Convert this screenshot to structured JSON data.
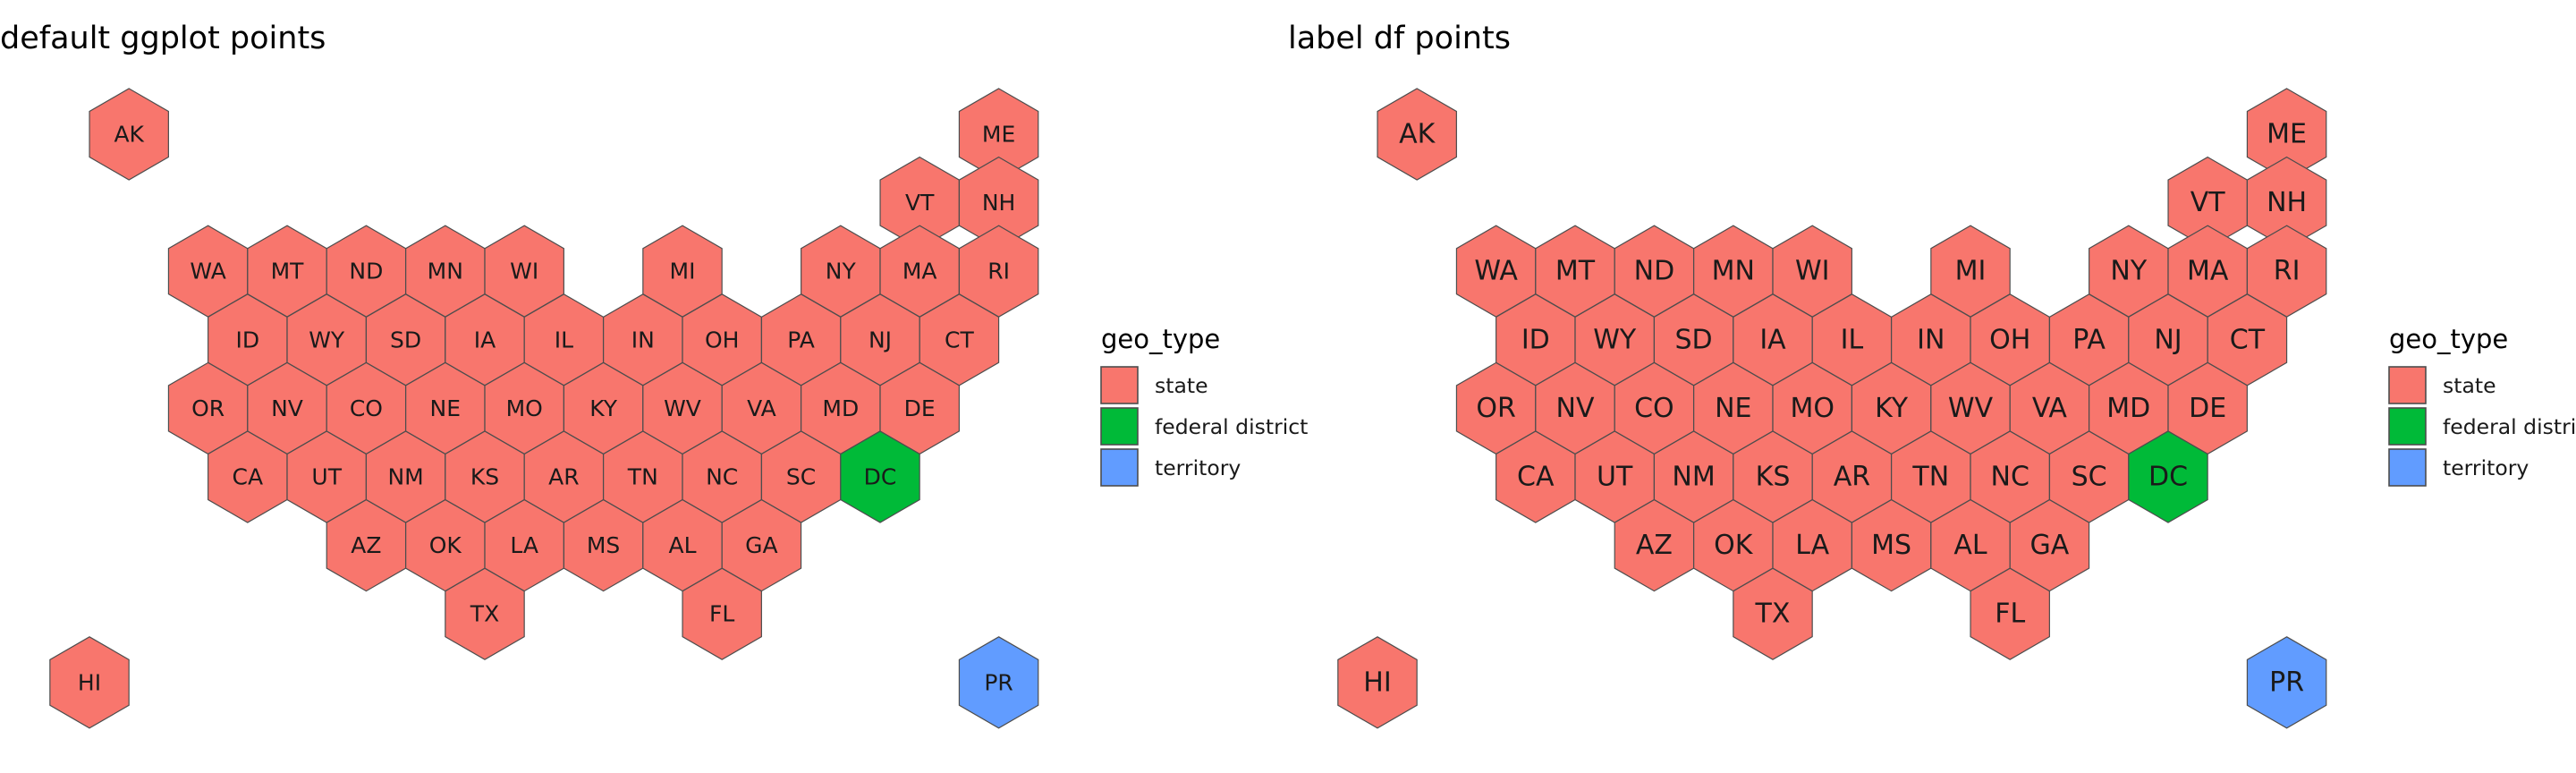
{
  "chart_data": [
    {
      "type": "hexbin-tile-map",
      "title": "default ggplot points",
      "label_size": "small",
      "legend": {
        "title": "geo_type",
        "entries": [
          {
            "key": "state",
            "label": "state",
            "color": "#F8766D"
          },
          {
            "key": "federal district",
            "label": "federal district",
            "color": "#00BA38"
          },
          {
            "key": "territory",
            "label": "territory",
            "color": "#619CFF"
          }
        ]
      },
      "tiles": [
        {
          "abbr": "AK",
          "col": 1,
          "row": 0,
          "geo_type": "state"
        },
        {
          "abbr": "ME",
          "col": 23,
          "row": 0,
          "geo_type": "state"
        },
        {
          "abbr": "VT",
          "col": 21,
          "row": 1,
          "geo_type": "state"
        },
        {
          "abbr": "NH",
          "col": 23,
          "row": 1,
          "geo_type": "state"
        },
        {
          "abbr": "WA",
          "col": 3,
          "row": 2,
          "geo_type": "state"
        },
        {
          "abbr": "MT",
          "col": 5,
          "row": 2,
          "geo_type": "state"
        },
        {
          "abbr": "ND",
          "col": 7,
          "row": 2,
          "geo_type": "state"
        },
        {
          "abbr": "MN",
          "col": 9,
          "row": 2,
          "geo_type": "state"
        },
        {
          "abbr": "WI",
          "col": 11,
          "row": 2,
          "geo_type": "state"
        },
        {
          "abbr": "MI",
          "col": 15,
          "row": 2,
          "geo_type": "state"
        },
        {
          "abbr": "NY",
          "col": 19,
          "row": 2,
          "geo_type": "state"
        },
        {
          "abbr": "MA",
          "col": 21,
          "row": 2,
          "geo_type": "state"
        },
        {
          "abbr": "RI",
          "col": 23,
          "row": 2,
          "geo_type": "state"
        },
        {
          "abbr": "ID",
          "col": 4,
          "row": 3,
          "geo_type": "state"
        },
        {
          "abbr": "WY",
          "col": 6,
          "row": 3,
          "geo_type": "state"
        },
        {
          "abbr": "SD",
          "col": 8,
          "row": 3,
          "geo_type": "state"
        },
        {
          "abbr": "IA",
          "col": 10,
          "row": 3,
          "geo_type": "state"
        },
        {
          "abbr": "IL",
          "col": 12,
          "row": 3,
          "geo_type": "state"
        },
        {
          "abbr": "IN",
          "col": 14,
          "row": 3,
          "geo_type": "state"
        },
        {
          "abbr": "OH",
          "col": 16,
          "row": 3,
          "geo_type": "state"
        },
        {
          "abbr": "PA",
          "col": 18,
          "row": 3,
          "geo_type": "state"
        },
        {
          "abbr": "NJ",
          "col": 20,
          "row": 3,
          "geo_type": "state"
        },
        {
          "abbr": "CT",
          "col": 22,
          "row": 3,
          "geo_type": "state"
        },
        {
          "abbr": "OR",
          "col": 3,
          "row": 4,
          "geo_type": "state"
        },
        {
          "abbr": "NV",
          "col": 5,
          "row": 4,
          "geo_type": "state"
        },
        {
          "abbr": "CO",
          "col": 7,
          "row": 4,
          "geo_type": "state"
        },
        {
          "abbr": "NE",
          "col": 9,
          "row": 4,
          "geo_type": "state"
        },
        {
          "abbr": "MO",
          "col": 11,
          "row": 4,
          "geo_type": "state"
        },
        {
          "abbr": "KY",
          "col": 13,
          "row": 4,
          "geo_type": "state"
        },
        {
          "abbr": "WV",
          "col": 15,
          "row": 4,
          "geo_type": "state"
        },
        {
          "abbr": "VA",
          "col": 17,
          "row": 4,
          "geo_type": "state"
        },
        {
          "abbr": "MD",
          "col": 19,
          "row": 4,
          "geo_type": "state"
        },
        {
          "abbr": "DE",
          "col": 21,
          "row": 4,
          "geo_type": "state"
        },
        {
          "abbr": "CA",
          "col": 4,
          "row": 5,
          "geo_type": "state"
        },
        {
          "abbr": "UT",
          "col": 6,
          "row": 5,
          "geo_type": "state"
        },
        {
          "abbr": "NM",
          "col": 8,
          "row": 5,
          "geo_type": "state"
        },
        {
          "abbr": "KS",
          "col": 10,
          "row": 5,
          "geo_type": "state"
        },
        {
          "abbr": "AR",
          "col": 12,
          "row": 5,
          "geo_type": "state"
        },
        {
          "abbr": "TN",
          "col": 14,
          "row": 5,
          "geo_type": "state"
        },
        {
          "abbr": "NC",
          "col": 16,
          "row": 5,
          "geo_type": "state"
        },
        {
          "abbr": "SC",
          "col": 18,
          "row": 5,
          "geo_type": "state"
        },
        {
          "abbr": "DC",
          "col": 20,
          "row": 5,
          "geo_type": "federal district"
        },
        {
          "abbr": "AZ",
          "col": 7,
          "row": 6,
          "geo_type": "state"
        },
        {
          "abbr": "OK",
          "col": 9,
          "row": 6,
          "geo_type": "state"
        },
        {
          "abbr": "LA",
          "col": 11,
          "row": 6,
          "geo_type": "state"
        },
        {
          "abbr": "MS",
          "col": 13,
          "row": 6,
          "geo_type": "state"
        },
        {
          "abbr": "AL",
          "col": 15,
          "row": 6,
          "geo_type": "state"
        },
        {
          "abbr": "GA",
          "col": 17,
          "row": 6,
          "geo_type": "state"
        },
        {
          "abbr": "TX",
          "col": 10,
          "row": 7,
          "geo_type": "state"
        },
        {
          "abbr": "FL",
          "col": 16,
          "row": 7,
          "geo_type": "state"
        },
        {
          "abbr": "HI",
          "col": 0,
          "row": 8,
          "geo_type": "state"
        },
        {
          "abbr": "PR",
          "col": 23,
          "row": 8,
          "geo_type": "territory"
        }
      ]
    },
    {
      "type": "hexbin-tile-map",
      "title": "label df points",
      "label_size": "large",
      "legend": {
        "title": "geo_type",
        "entries": [
          {
            "key": "state",
            "label": "state",
            "color": "#F8766D"
          },
          {
            "key": "federal district",
            "label": "federal district",
            "color": "#00BA38"
          },
          {
            "key": "territory",
            "label": "territory",
            "color": "#619CFF"
          }
        ]
      },
      "tiles": "same as panel 1"
    }
  ]
}
